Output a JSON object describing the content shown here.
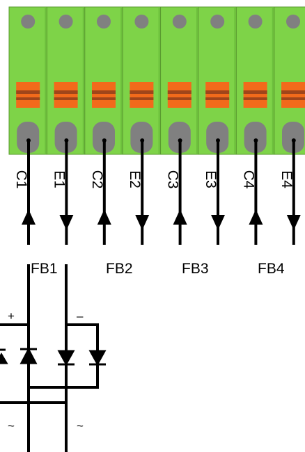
{
  "colors": {
    "module_green": "#7ed348",
    "module_border": "#5a9a30",
    "module_shadow": "#6cbf3c",
    "screw_gray": "#808080",
    "clamp_orange": "#f26a1b",
    "clamp_dark": "#a0451a",
    "wire": "#000000"
  },
  "terminals": [
    {
      "label": "C1",
      "direction": "up"
    },
    {
      "label": "E1",
      "direction": "down"
    },
    {
      "label": "C2",
      "direction": "up"
    },
    {
      "label": "E2",
      "direction": "down"
    },
    {
      "label": "C3",
      "direction": "up"
    },
    {
      "label": "E3",
      "direction": "down"
    },
    {
      "label": "C4",
      "direction": "up"
    },
    {
      "label": "E4",
      "direction": "down"
    }
  ],
  "groups": [
    "FB1",
    "FB2",
    "FB3",
    "FB4"
  ],
  "bridge": {
    "plus": "+",
    "minus": "–",
    "ac_left": "~",
    "ac_right": "~"
  }
}
